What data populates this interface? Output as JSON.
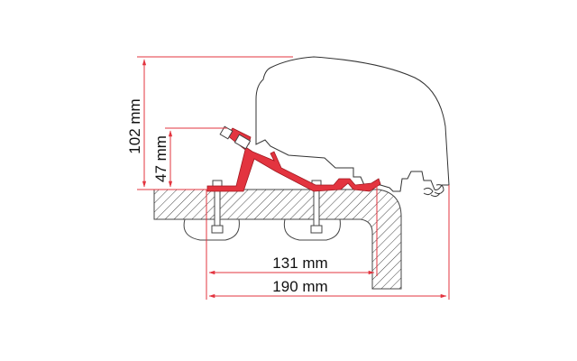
{
  "dimensions": {
    "total_height": "102 mm",
    "bracket_height": "47 mm",
    "inner_width": "131 mm",
    "total_width": "190 mm"
  },
  "colors": {
    "dimension_lines": "#e3343f",
    "bracket": "#e3343f",
    "outline": "#333333"
  }
}
